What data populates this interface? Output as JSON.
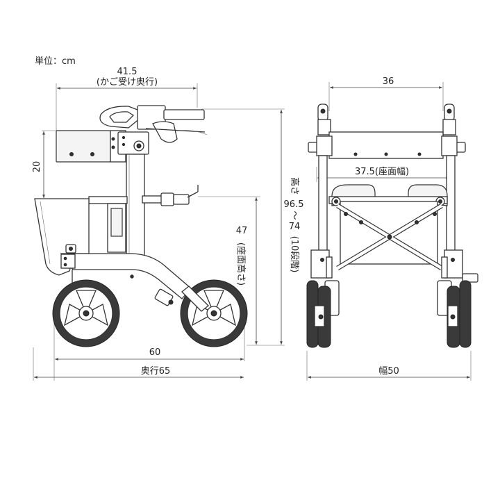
{
  "diagram": {
    "unit_label": "単位：cm",
    "side_view": {
      "basket_depth": "41.5",
      "basket_depth_note": "(かご受け奥行)",
      "basket_height": "20",
      "seat_height": "47",
      "seat_height_note": "(座面高さ)",
      "height_label": "高さ",
      "height_range_top": "96.5",
      "height_range_sep": "〜",
      "height_range_bottom": "74",
      "height_steps_note": "(10段階)",
      "wheelbase": "60",
      "overall_depth": "奥行65"
    },
    "front_view": {
      "top_width": "36",
      "seat_width": "37.5(座面幅)",
      "overall_width": "幅50"
    }
  }
}
